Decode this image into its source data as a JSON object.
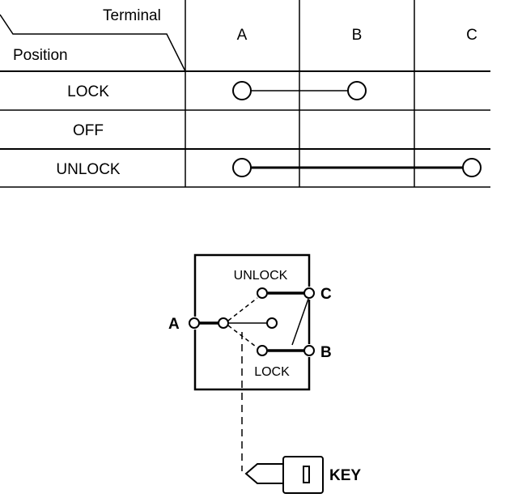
{
  "table": {
    "header_terminal": "Terminal",
    "header_position": "Position",
    "terminals": [
      "A",
      "B",
      "C"
    ],
    "rows": [
      {
        "position": "LOCK",
        "connected": [
          "A",
          "B"
        ]
      },
      {
        "position": "OFF",
        "connected": []
      },
      {
        "position": "UNLOCK",
        "connected": [
          "A",
          "C"
        ]
      }
    ]
  },
  "switch": {
    "terminal_a": "A",
    "terminal_b": "B",
    "terminal_c": "C",
    "unlock_label": "UNLOCK",
    "lock_label": "LOCK",
    "key_label": "KEY"
  }
}
